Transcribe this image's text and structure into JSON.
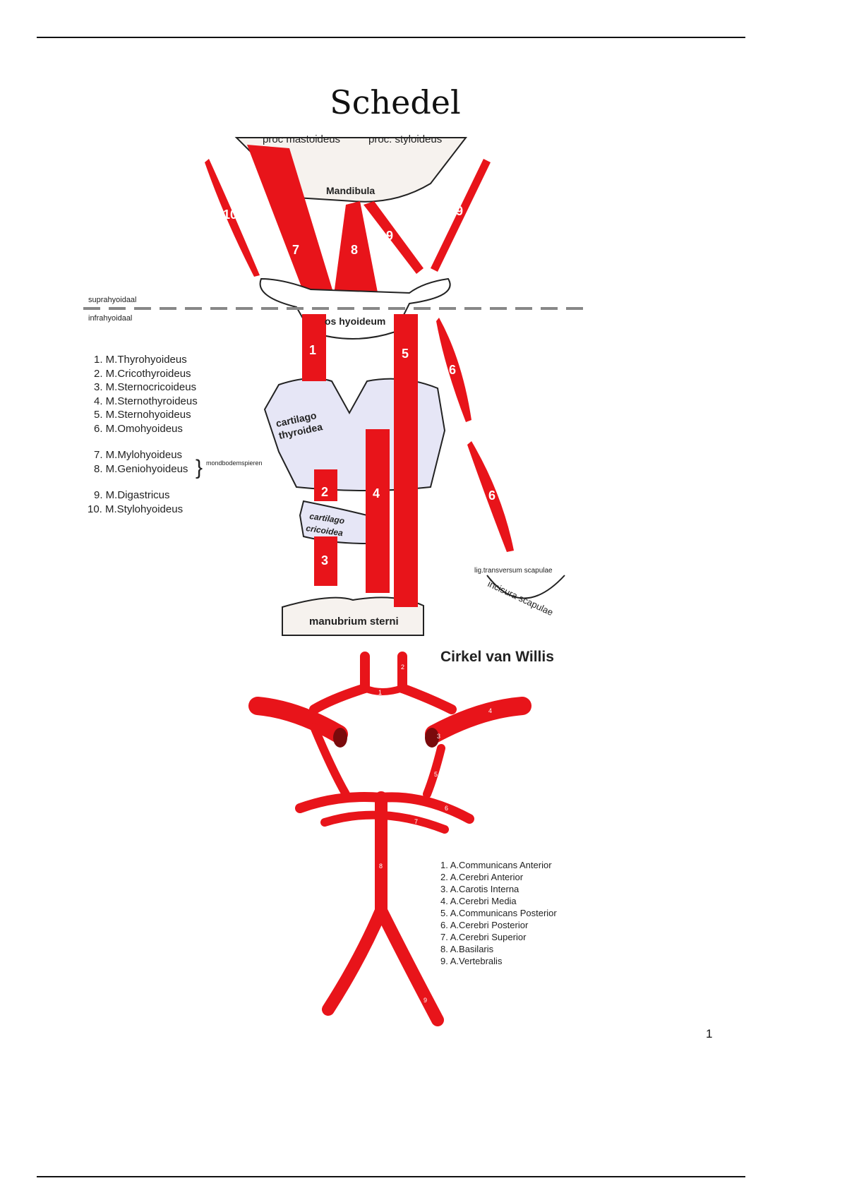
{
  "title": "Schedel",
  "figure1": {
    "labels": {
      "proc_mastoideus": "proc mastoideus",
      "proc_styloideus": "proc. styloideus",
      "mandibula": "Mandibula",
      "suprahyoidaal": "suprahyoidaal",
      "infrahyoidaal": "infrahyoidaal",
      "os_hyoideum": "os hyoideum",
      "cartilago_thyroidea_1": "cartilago",
      "cartilago_thyroidea_2": "thyroidea",
      "cartilago_cricoidea_1": "cartilago",
      "cartilago_cricoidea_2": "cricoidea",
      "manubrium_sterni": "manubrium sterni",
      "lig_transversum": "lig.transversum scapulae",
      "incisura_scapulae": "incisura scapulae",
      "mondbodemspieren": "mondbodemspieren"
    },
    "muscle_numbers": [
      "1",
      "2",
      "3",
      "4",
      "5",
      "6",
      "6",
      "7",
      "8",
      "9",
      "9",
      "10"
    ],
    "legend": [
      "1. M.Thyrohyoideus",
      "2. M.Cricothyroideus",
      "3. M.Sternocricoideus",
      "4. M.Sternothyroideus",
      "5. M.Sternohyoideus",
      "6. M.Omohyoideus",
      "7. M.Mylohyoideus",
      "8. M.Geniohyoideus",
      "9. M.Digastricus",
      "10. M.Stylohyoideus"
    ]
  },
  "figure2": {
    "title": "Cirkel van Willis",
    "vessel_numbers": [
      "1",
      "2",
      "3",
      "4",
      "5",
      "6",
      "7",
      "8",
      "9"
    ],
    "legend": [
      "1. A.Communicans Anterior",
      "2. A.Cerebri Anterior",
      "3. A.Carotis Interna",
      "4. A.Cerebri Media",
      "5. A.Communicans Posterior",
      "6. A.Cerebri Posterior",
      "7. A.Cerebri Superior",
      "8. A.Basilaris",
      "9. A.Vertebralis"
    ]
  },
  "page_number": "1",
  "colors": {
    "muscle": "#e8141a",
    "cartilage": "#e6e6f6",
    "bone": "#f6f2ee"
  }
}
